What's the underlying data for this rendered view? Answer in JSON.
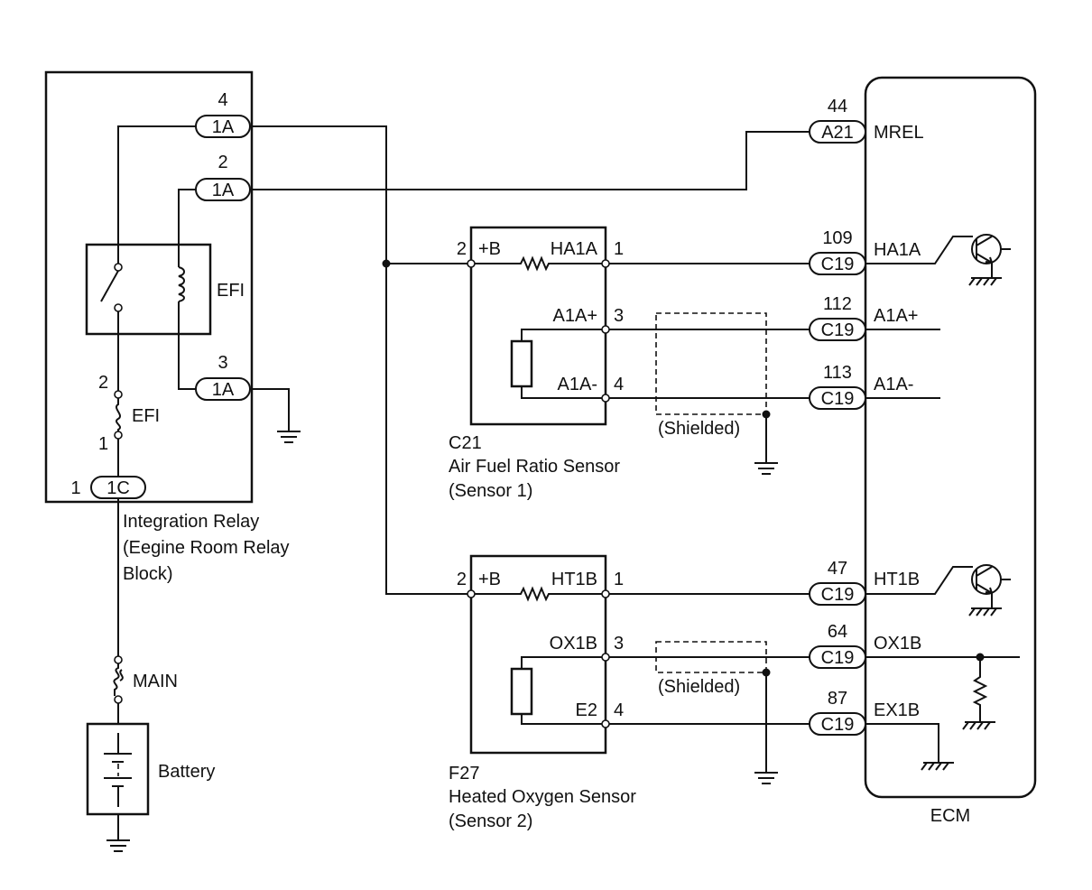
{
  "relay_block": {
    "pin_top": "4",
    "pin_mid": "2",
    "pin_bot": "3",
    "connector": "1A",
    "relay_label": "EFI",
    "fuse_pin_upper": "2",
    "fuse_pin_lower": "1",
    "fuse_label": "EFI",
    "main_pin": "1",
    "main_connector": "1C",
    "title_line1": "Integration Relay",
    "title_line2": "(Eegine Room Relay",
    "title_line3": "Block)"
  },
  "main_fuse_label": "MAIN",
  "battery_label": "Battery",
  "sensor1": {
    "pin_b": "2",
    "plus_b": "+B",
    "heater": "HA1A",
    "pin_heater": "1",
    "signal_pos": "A1A+",
    "pin_pos": "3",
    "signal_neg": "A1A-",
    "pin_neg": "4",
    "code": "C21",
    "name": "Air Fuel Ratio Sensor",
    "position": "(Sensor 1)",
    "shield": "(Shielded)"
  },
  "sensor2": {
    "pin_b": "2",
    "plus_b": "+B",
    "heater": "HT1B",
    "pin_heater": "1",
    "signal_pos": "OX1B",
    "pin_pos": "3",
    "signal_neg": "E2",
    "pin_neg": "4",
    "code": "F27",
    "name": "Heated Oxygen Sensor",
    "position": "(Sensor 2)",
    "shield": "(Shielded)"
  },
  "ecm": {
    "label": "ECM",
    "pins": [
      {
        "num": "44",
        "connector": "A21",
        "signal": "MREL"
      },
      {
        "num": "109",
        "connector": "C19",
        "signal": "HA1A"
      },
      {
        "num": "112",
        "connector": "C19",
        "signal": "A1A+"
      },
      {
        "num": "113",
        "connector": "C19",
        "signal": "A1A-"
      },
      {
        "num": "47",
        "connector": "C19",
        "signal": "HT1B"
      },
      {
        "num": "64",
        "connector": "C19",
        "signal": "OX1B"
      },
      {
        "num": "87",
        "connector": "C19",
        "signal": "EX1B"
      }
    ]
  }
}
